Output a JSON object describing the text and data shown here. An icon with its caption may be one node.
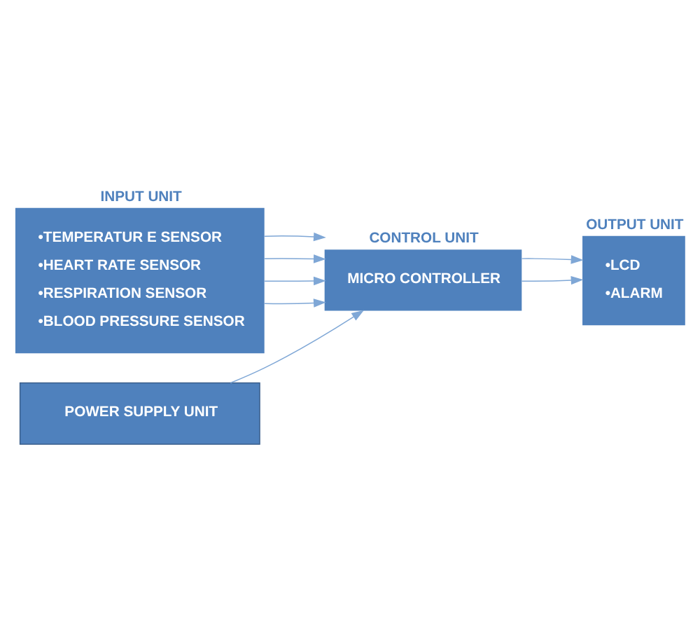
{
  "diagram": {
    "nodes": [
      {
        "text": [
          "INPUT UNIT",
          "•TEMPERATUR E SENSOR",
          "•HEART RATE SENSOR",
          "•RESPIRATION SENSOR",
          "•BLOOD PRESSURE SENSOR"
        ]
      },
      {
        "text": [
          "CONTROL UNIT",
          "MICRO CONTROLLER"
        ]
      },
      {
        "text": [
          "OUTPUT UNIT",
          "•LCD",
          "•ALARM"
        ]
      },
      {
        "text": [
          "POWER SUPPLY UNIT"
        ]
      }
    ],
    "edges": [
      {
        "from": 0,
        "to": 1,
        "arrow": "to"
      },
      {
        "from": 0,
        "to": 1,
        "arrow": "to"
      },
      {
        "from": 0,
        "to": 1,
        "arrow": "to"
      },
      {
        "from": 0,
        "to": 1,
        "arrow": "to"
      },
      {
        "from": 1,
        "to": 2,
        "arrow": "to"
      },
      {
        "from": 1,
        "to": 2,
        "arrow": "to"
      },
      {
        "from": 3,
        "to": 1,
        "arrow": "to"
      }
    ]
  }
}
